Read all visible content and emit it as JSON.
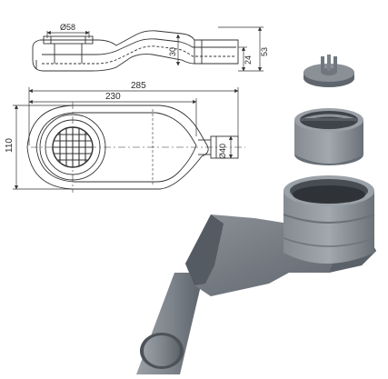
{
  "drawing": {
    "side_view": {
      "dim_diameter": "Ø58",
      "dim_30": "30",
      "dim_24": "24",
      "dim_53": "53"
    },
    "top_view": {
      "dim_285": "285",
      "dim_230": "230",
      "dim_110": "110",
      "dim_diameter_outlet": "Ø40"
    }
  },
  "product": {
    "color": "#8c9197",
    "parts": [
      "grate",
      "odour-seal-insert",
      "siphon-body"
    ]
  }
}
